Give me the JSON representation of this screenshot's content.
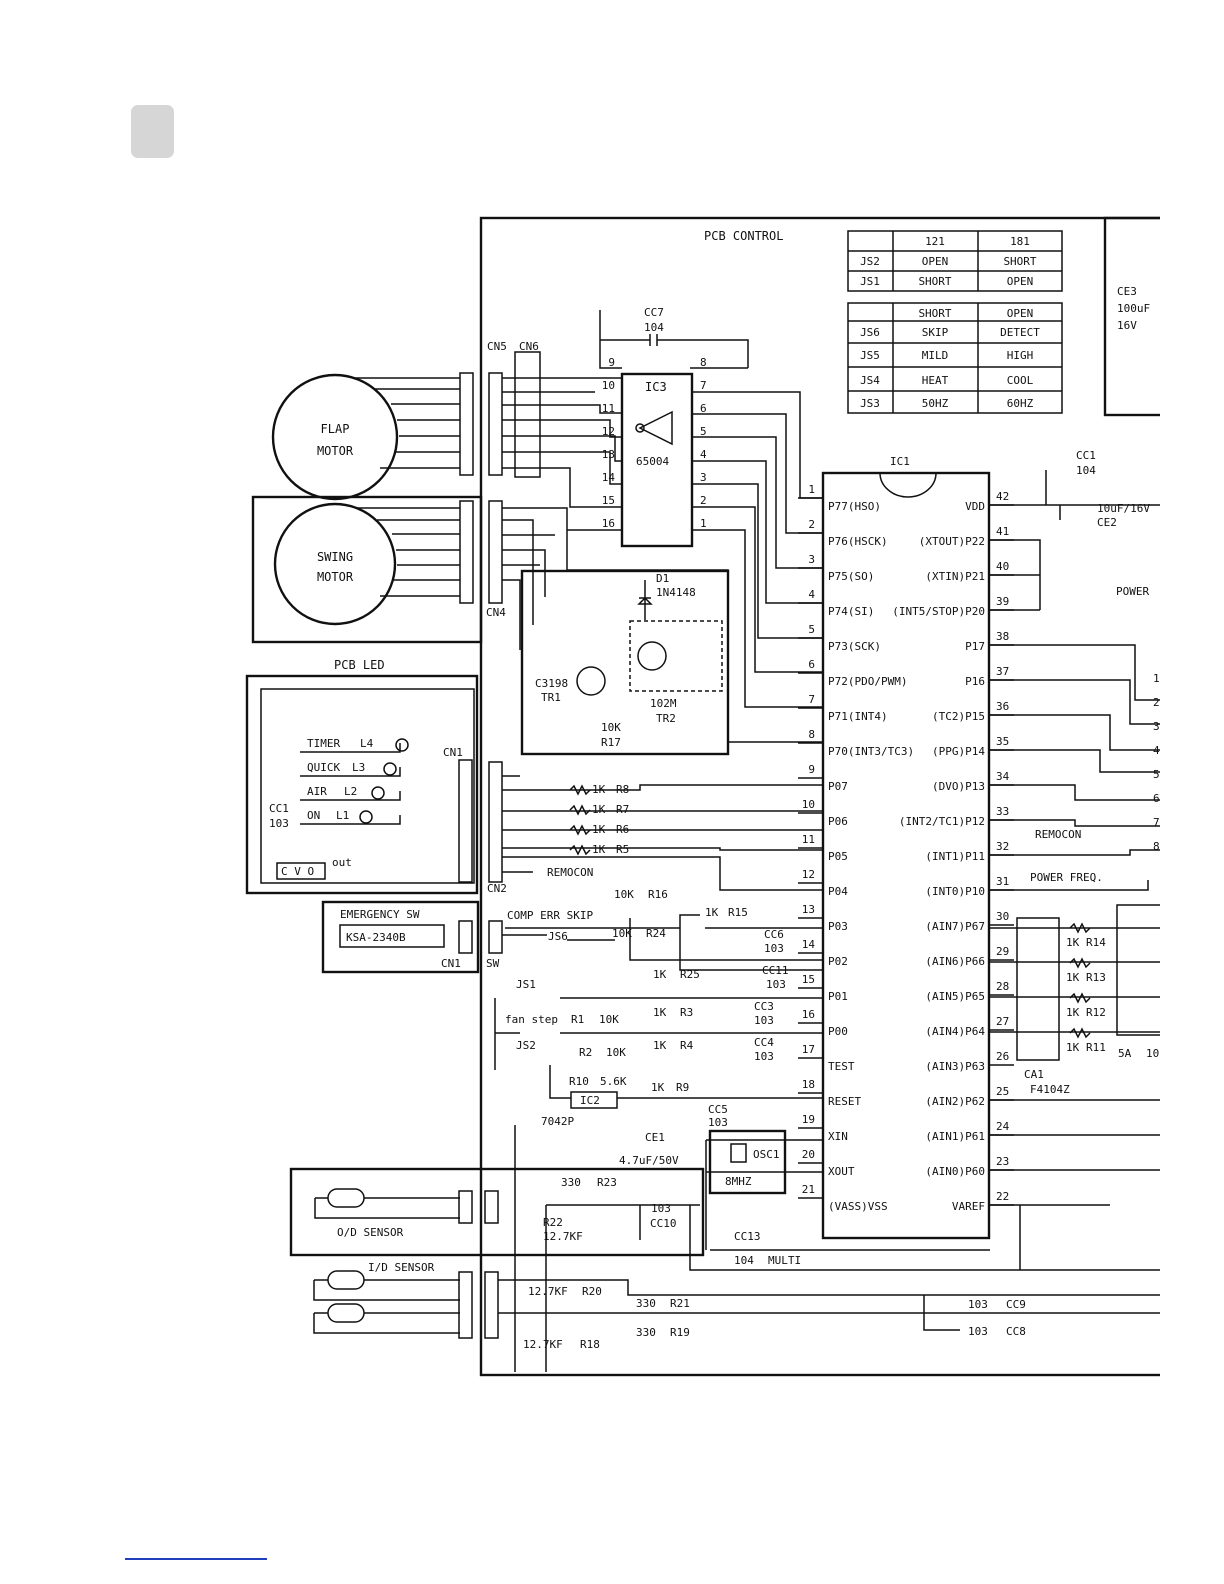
{
  "headers": {
    "pcb_control": "PCB CONTROL",
    "pcb_led": "PCB LED",
    "emergency_sw": "EMERGENCY SW",
    "ksa": "KSA-2340B",
    "od_sensor": "O/D SENSOR",
    "id_sensor": "I/D SENSOR",
    "power": "POWER",
    "comp_err_skip": "COMP ERR SKIP",
    "fan_step": "fan step",
    "remocon": "REMOCON",
    "power_freq": "POWER FREQ.",
    "multi": "MULTI"
  },
  "motors": {
    "flap": [
      "FLAP",
      "MOTOR"
    ],
    "swing": [
      "SWING",
      "MOTOR"
    ]
  },
  "table1": {
    "rows": [
      [
        "",
        "121",
        "181"
      ],
      [
        "JS2",
        "OPEN",
        "SHORT"
      ],
      [
        "JS1",
        "SHORT",
        "OPEN"
      ]
    ]
  },
  "table2": {
    "rows": [
      [
        "",
        "SHORT",
        "OPEN"
      ],
      [
        "JS6",
        "SKIP",
        "DETECT"
      ],
      [
        "JS5",
        "MILD",
        "HIGH"
      ],
      [
        "JS4",
        "HEAT",
        "COOL"
      ],
      [
        "JS3",
        "50HZ",
        "60HZ"
      ]
    ]
  },
  "ce3": [
    "CE3",
    "100uF",
    "16V"
  ],
  "ic1": {
    "name": "IC1",
    "left_pins": [
      {
        "n": "1",
        "label": "P77(HSO)"
      },
      {
        "n": "2",
        "label": "P76(HSCK)"
      },
      {
        "n": "3",
        "label": "P75(SO)"
      },
      {
        "n": "4",
        "label": "P74(SI)"
      },
      {
        "n": "5",
        "label": "P73(SCK)"
      },
      {
        "n": "6",
        "label": "P72(PDO/PWM)"
      },
      {
        "n": "7",
        "label": "P71(INT4)"
      },
      {
        "n": "8",
        "label": "P70(INT3/TC3)"
      },
      {
        "n": "9",
        "label": "P07"
      },
      {
        "n": "10",
        "label": "P06"
      },
      {
        "n": "11",
        "label": "P05"
      },
      {
        "n": "12",
        "label": "P04"
      },
      {
        "n": "13",
        "label": "P03"
      },
      {
        "n": "14",
        "label": "P02"
      },
      {
        "n": "15",
        "label": "P01"
      },
      {
        "n": "16",
        "label": "P00"
      },
      {
        "n": "17",
        "label": "TEST"
      },
      {
        "n": "18",
        "label": "RESET"
      },
      {
        "n": "19",
        "label": "XIN"
      },
      {
        "n": "20",
        "label": "XOUT"
      },
      {
        "n": "21",
        "label": "(VASS)VSS"
      }
    ],
    "right_pins": [
      {
        "n": "42",
        "label": "VDD"
      },
      {
        "n": "41",
        "label": "(XTOUT)P22"
      },
      {
        "n": "40",
        "label": "(XTIN)P21"
      },
      {
        "n": "39",
        "label": "(INT5/STOP)P20"
      },
      {
        "n": "38",
        "label": "P17"
      },
      {
        "n": "37",
        "label": "P16"
      },
      {
        "n": "36",
        "label": "(TC2)P15"
      },
      {
        "n": "35",
        "label": "(PPG)P14"
      },
      {
        "n": "34",
        "label": "(DVO)P13"
      },
      {
        "n": "33",
        "label": "(INT2/TC1)P12"
      },
      {
        "n": "32",
        "label": "(INT1)P11"
      },
      {
        "n": "31",
        "label": "(INT0)P10"
      },
      {
        "n": "30",
        "label": "(AIN7)P67"
      },
      {
        "n": "29",
        "label": "(AIN6)P66"
      },
      {
        "n": "28",
        "label": "(AIN5)P65"
      },
      {
        "n": "27",
        "label": "(AIN4)P64"
      },
      {
        "n": "26",
        "label": "(AIN3)P63"
      },
      {
        "n": "25",
        "label": "(AIN2)P62"
      },
      {
        "n": "24",
        "label": "(AIN1)P61"
      },
      {
        "n": "23",
        "label": "(AIN0)P60"
      },
      {
        "n": "22",
        "label": "VAREF"
      }
    ]
  },
  "ic3": {
    "name": "IC3",
    "part": "65004",
    "left_pins": [
      "9",
      "10",
      "11",
      "12",
      "13",
      "14",
      "15",
      "16"
    ],
    "right_pins": [
      "8",
      "7",
      "6",
      "5",
      "4",
      "3",
      "2",
      "1"
    ]
  },
  "leds": [
    {
      "name": "TIMER",
      "ref": "L4"
    },
    {
      "name": "QUICK",
      "ref": "L3"
    },
    {
      "name": "AIR",
      "ref": "L2"
    },
    {
      "name": "ON",
      "ref": "L1"
    }
  ],
  "resistors_led": [
    {
      "v": "1K",
      "r": "R8"
    },
    {
      "v": "1K",
      "r": "R7"
    },
    {
      "v": "1K",
      "r": "R6"
    },
    {
      "v": "1K",
      "r": "R5"
    }
  ],
  "analog_res": [
    {
      "v": "1K",
      "r": "R14"
    },
    {
      "v": "1K",
      "r": "R13"
    },
    {
      "v": "1K",
      "r": "R12"
    },
    {
      "v": "1K",
      "r": "R11"
    }
  ],
  "connectors": {
    "cn5": "CN5",
    "cn6": "CN6",
    "cn4": "CN4",
    "cn1": "CN1",
    "cn2": "CN2",
    "cn1_sw": "CN1",
    "sw": "SW"
  },
  "parts": {
    "cc7": [
      "CC7",
      "104"
    ],
    "cc1_top": [
      "CC1",
      "104"
    ],
    "ce2": [
      "10uF/16V",
      "CE2"
    ],
    "d1": [
      "D1",
      "1N4148"
    ],
    "tr1": [
      "C3198",
      "TR1"
    ],
    "tr2": [
      "102M",
      "TR2"
    ],
    "r17": [
      "10K",
      "R17"
    ],
    "cc1_led": [
      "CC1",
      "103"
    ],
    "cvo": "C V O",
    "out": "out",
    "r16": [
      "10K",
      "R16"
    ],
    "r15": [
      "1K",
      "R15"
    ],
    "js6": "JS6",
    "r24": [
      "10K",
      "R24"
    ],
    "cc6": [
      "CC6",
      "103"
    ],
    "r25": [
      "1K",
      "R25"
    ],
    "cc11": [
      "CC11",
      "103"
    ],
    "js1": "JS1",
    "js2": "JS2",
    "r3": [
      "1K",
      "R3"
    ],
    "cc3": [
      "CC3",
      "103"
    ],
    "r1": [
      "R1",
      "10K"
    ],
    "r4": [
      "1K",
      "R4"
    ],
    "cc4": [
      "CC4",
      "103"
    ],
    "r2": [
      "R2",
      "10K"
    ],
    "r10": [
      "R10",
      "5.6K"
    ],
    "r9": [
      "1K",
      "R9"
    ],
    "ic2": [
      "IC2",
      "7042P"
    ],
    "cc5": [
      "CC5",
      "103"
    ],
    "ce1": [
      "CE1",
      "4.7uF/50V"
    ],
    "osc1": [
      "OSC1",
      "8MHZ"
    ],
    "cc13": [
      "CC13",
      "104"
    ],
    "r23": [
      "330",
      "R23"
    ],
    "r22": [
      "R22",
      "12.7KF"
    ],
    "cc10": [
      "103",
      "CC10"
    ],
    "r20": [
      "12.7KF",
      "R20"
    ],
    "r21": [
      "330",
      "R21"
    ],
    "r18": [
      "12.7KF",
      "R18"
    ],
    "r19": [
      "330",
      "R19"
    ],
    "cc9": [
      "103",
      "CC9"
    ],
    "cc8": [
      "103",
      "CC8"
    ],
    "ca1": [
      "CA1",
      "F4104Z"
    ],
    "5a": "5A",
    "10": "10"
  },
  "right_edge_numbers": [
    "1",
    "2",
    "3",
    "4",
    "5",
    "6",
    "7",
    "8"
  ]
}
